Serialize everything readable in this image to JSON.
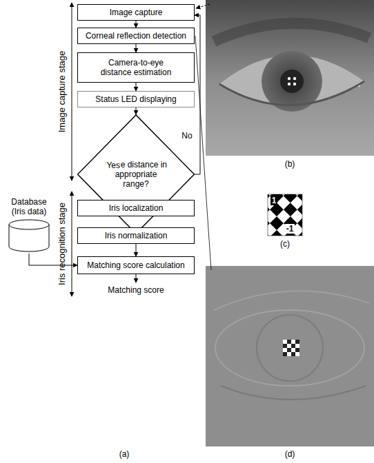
{
  "diagram": {
    "nodes": [
      {
        "text": [
          "Image capture"
        ]
      },
      {
        "text": [
          "Corneal reflection detection"
        ]
      },
      {
        "text": [
          "Camera-to-eye distance estimation"
        ]
      },
      {
        "text": [
          "Status LED displaying"
        ]
      },
      {
        "text": [
          "Is the distance in appropriate range?"
        ]
      },
      {
        "text": [
          "Iris localization"
        ]
      },
      {
        "text": [
          "Iris normalization"
        ]
      },
      {
        "text": [
          "Matching score calculation"
        ]
      },
      {
        "text": [
          "Database (Iris data)"
        ]
      }
    ],
    "edges": [
      {
        "from": 0,
        "to": 1,
        "arrow": "to"
      },
      {
        "from": 1,
        "to": 2,
        "arrow": "to"
      },
      {
        "from": 2,
        "to": 3,
        "arrow": "to"
      },
      {
        "from": 3,
        "to": 4,
        "arrow": "to"
      },
      {
        "from": 4,
        "to": 5,
        "label": "Yes",
        "arrow": "to"
      },
      {
        "from": 4,
        "to": 0,
        "label": "No",
        "arrow": "to"
      },
      {
        "from": 5,
        "to": 6,
        "arrow": "to"
      },
      {
        "from": 6,
        "to": 7,
        "arrow": "to"
      },
      {
        "from": 8,
        "to": 7,
        "arrow": "to"
      }
    ],
    "labels": [
      "Image capture stage",
      "Iris recognition stage",
      "Matching score",
      "(a)",
      "(b)",
      "(c)",
      "(d)",
      "1",
      "-1"
    ]
  }
}
